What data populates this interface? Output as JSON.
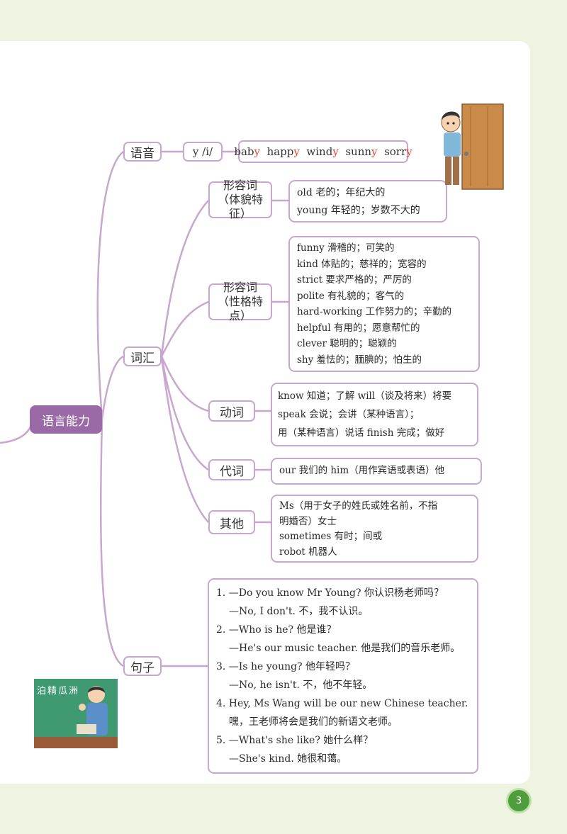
{
  "root": "语言能力",
  "branches": {
    "pronunciation": {
      "label": "语音",
      "sound": "y /i/",
      "words": [
        {
          "stem": "bab",
          "end": "y"
        },
        {
          "stem": "happ",
          "end": "y"
        },
        {
          "stem": "wind",
          "end": "y"
        },
        {
          "stem": "sunn",
          "end": "y"
        },
        {
          "stem": "sorr",
          "end": "y"
        }
      ]
    },
    "vocabulary": {
      "label": "词汇",
      "appearance": {
        "label1": "形容词",
        "label2": "（体貌特征）",
        "items": [
          "old 老的；年纪大的",
          "young 年轻的；岁数不大的"
        ]
      },
      "personality": {
        "label1": "形容词",
        "label2": "（性格特点）",
        "items": [
          "funny 滑稽的；可笑的",
          "kind 体贴的；慈祥的；宽容的",
          "strict 要求严格的；严厉的",
          "polite 有礼貌的；客气的",
          "hard-working 工作努力的；辛勤的",
          "helpful 有用的；愿意帮忙的",
          "clever 聪明的；聪颖的",
          "shy 羞怯的；腼腆的；怕生的"
        ]
      },
      "verbs": {
        "label": "动词",
        "items": [
          "know 知道；了解  will（谈及将来）将要",
          "speak 会说；会讲（某种语言）；",
          "用（某种语言）说话  finish 完成；做好"
        ]
      },
      "pronouns": {
        "label": "代词",
        "items": [
          "our 我们的  him（用作宾语或表语）他"
        ]
      },
      "others": {
        "label": "其他",
        "items": [
          "Ms（用于女子的姓氏或姓名前，不指",
          "明婚否）女士",
          "sometimes 有时；间或",
          "robot 机器人"
        ]
      }
    },
    "sentences": {
      "label": "句子",
      "lines": [
        "1. —Do you know Mr Young? 你认识杨老师吗？",
        "—No, I don't. 不，我不认识。",
        "2. —Who is he? 他是谁？",
        "—He's our music teacher. 他是我们的音乐老师。",
        "3. —Is he young? 他年轻吗？",
        "—No, he isn't. 不，他不年轻。",
        "4. Hey, Ms Wang will be our new Chinese teacher.",
        "嘿，王老师将会是我们的新语文老师。",
        "5. —What's she like? 她什么样？",
        "—She's kind. 她很和蔼。"
      ]
    }
  },
  "blackboard_text": "泊精瓜洲",
  "page_number": "3",
  "colors": {
    "accent": "#9a6aa6",
    "border": "#c9a6cf",
    "highlight": "#e0472e",
    "page_badge": "#4f9e3e"
  }
}
